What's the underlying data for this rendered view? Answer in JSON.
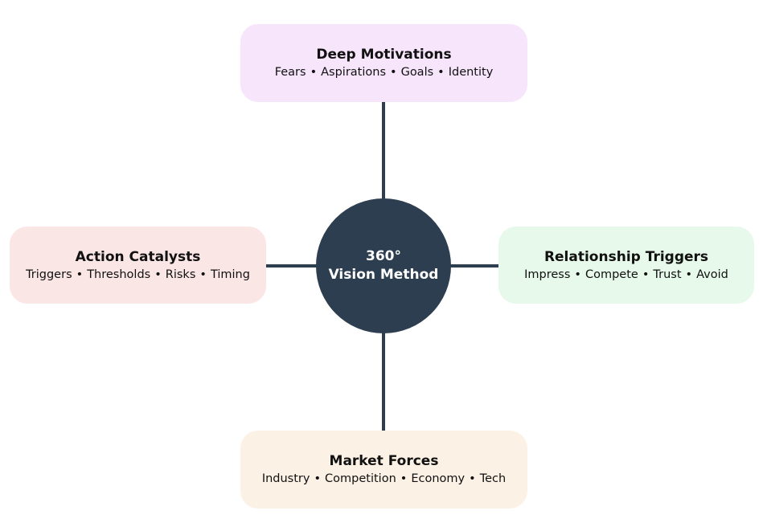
{
  "hub": {
    "line1": "360°",
    "line2": "Vision Method",
    "color": "#2c3e50"
  },
  "nodes": {
    "top": {
      "title": "Deep Motivations",
      "items": [
        "Fears",
        "Aspirations",
        "Goals",
        "Identity"
      ],
      "color": "#f6e5fb"
    },
    "left": {
      "title": "Action Catalysts",
      "items": [
        "Triggers",
        "Thresholds",
        "Risks",
        "Timing"
      ],
      "color": "#fbe6e6"
    },
    "right": {
      "title": "Relationship Triggers",
      "items": [
        "Impress",
        "Compete",
        "Trust",
        "Avoid"
      ],
      "color": "#e6f9ea"
    },
    "bottom": {
      "title": "Market Forces",
      "items": [
        "Industry",
        "Competition",
        "Economy",
        "Tech"
      ],
      "color": "#fbf1e5"
    }
  },
  "separator": "•"
}
